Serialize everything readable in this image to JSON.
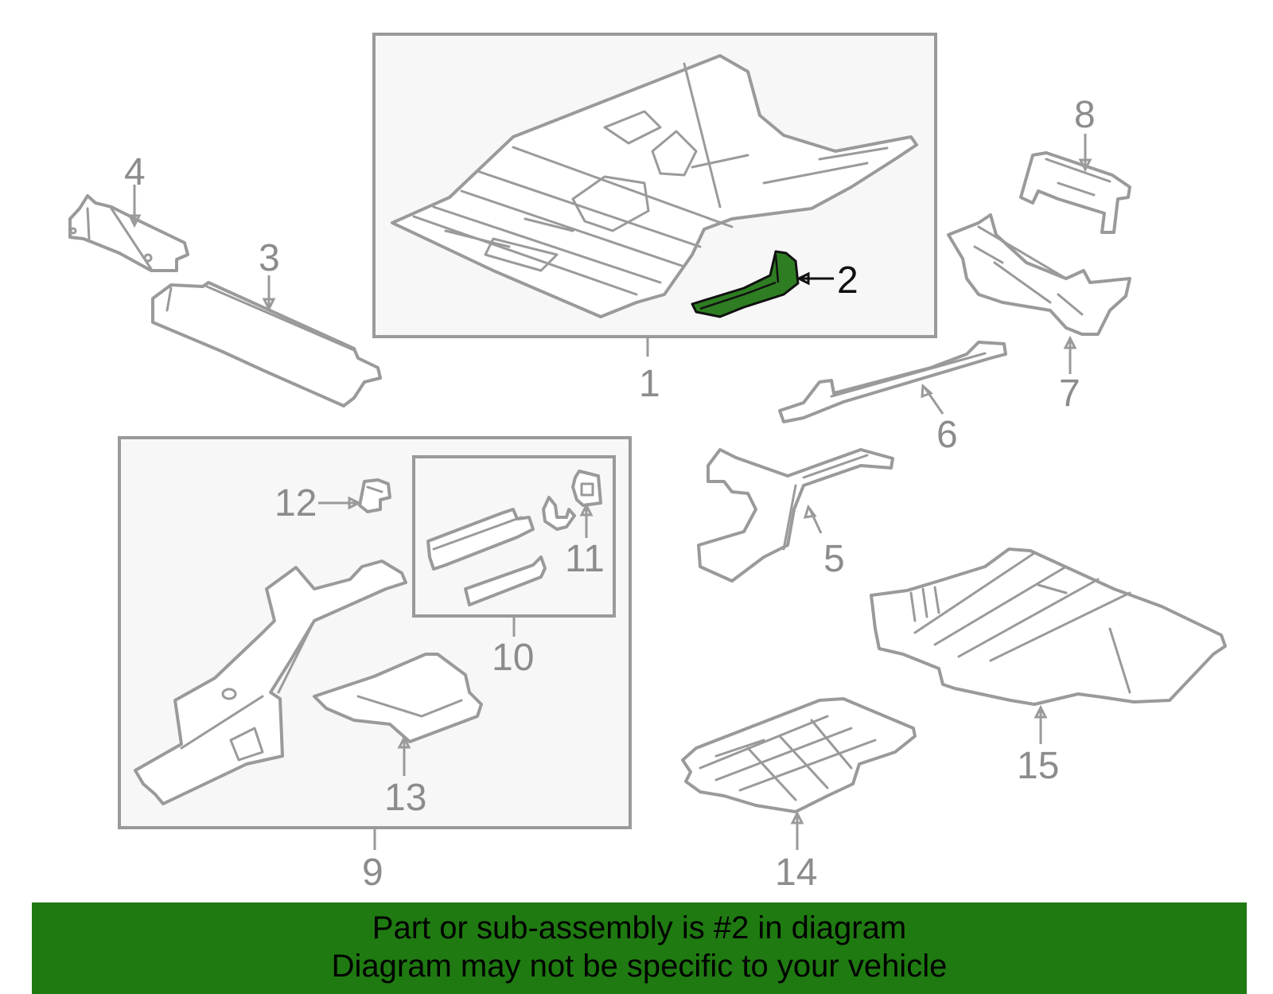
{
  "colors": {
    "highlight": "#2e7d22",
    "outline": "#9a9a9a",
    "banner": "#1f7a11"
  },
  "callouts": {
    "c1": "1",
    "c2": "2",
    "c3": "3",
    "c4": "4",
    "c5": "5",
    "c6": "6",
    "c7": "7",
    "c8": "8",
    "c9": "9",
    "c10": "10",
    "c11": "11",
    "c12": "12",
    "c13": "13",
    "c14": "14",
    "c15": "15"
  },
  "highlighted_part": "2",
  "banner": {
    "line1": "Part or sub-assembly is #2 in diagram",
    "line2": "Diagram may not be specific to your vehicle"
  }
}
